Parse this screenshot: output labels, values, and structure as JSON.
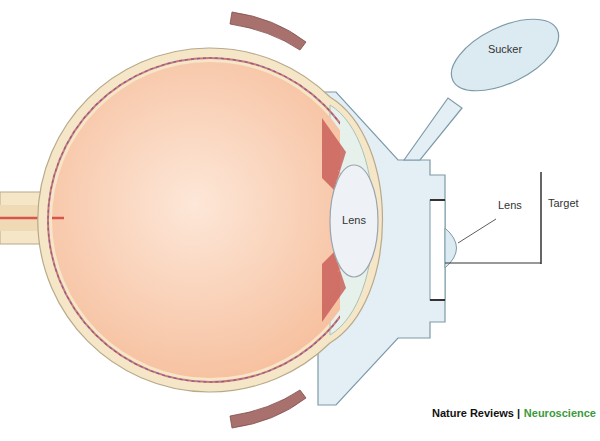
{
  "diagram": {
    "labels": [
      "Sucker",
      "Lens",
      "Lens",
      "Target",
      "Nature Reviews |",
      "Neuroscience"
    ]
  }
}
